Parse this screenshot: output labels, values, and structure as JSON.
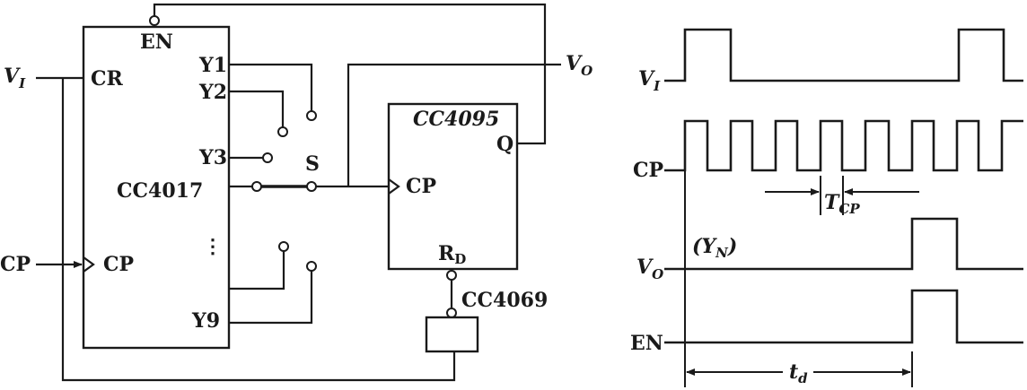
{
  "circuit": {
    "counter": {
      "name": "CC4017",
      "en": "EN",
      "cr": "CR",
      "cp": "CP",
      "y1": "Y1",
      "y2": "Y2",
      "y3": "Y3",
      "y9": "Y9",
      "dots": "⋮"
    },
    "flipflop": {
      "name": "CC4095",
      "q": "Q",
      "cp": "CP",
      "rd_main": "R",
      "rd_sub": "D"
    },
    "inverter": {
      "name": "CC4069"
    },
    "switch": "S",
    "inputs": {
      "vi_main": "V",
      "vi_sub": "I",
      "cp": "CP"
    },
    "output": {
      "vo_main": "V",
      "vo_sub": "O"
    }
  },
  "timing": {
    "vi_main": "V",
    "vi_sub": "I",
    "cp": "CP",
    "vo_main": "V",
    "vo_sub": "O",
    "yn_open": "(",
    "yn_main": "Y",
    "yn_sub": "N",
    "yn_close": ")",
    "en": "EN",
    "tcp_main": "T",
    "tcp_sub": "CP",
    "td_main": "t",
    "td_sub": "d"
  }
}
